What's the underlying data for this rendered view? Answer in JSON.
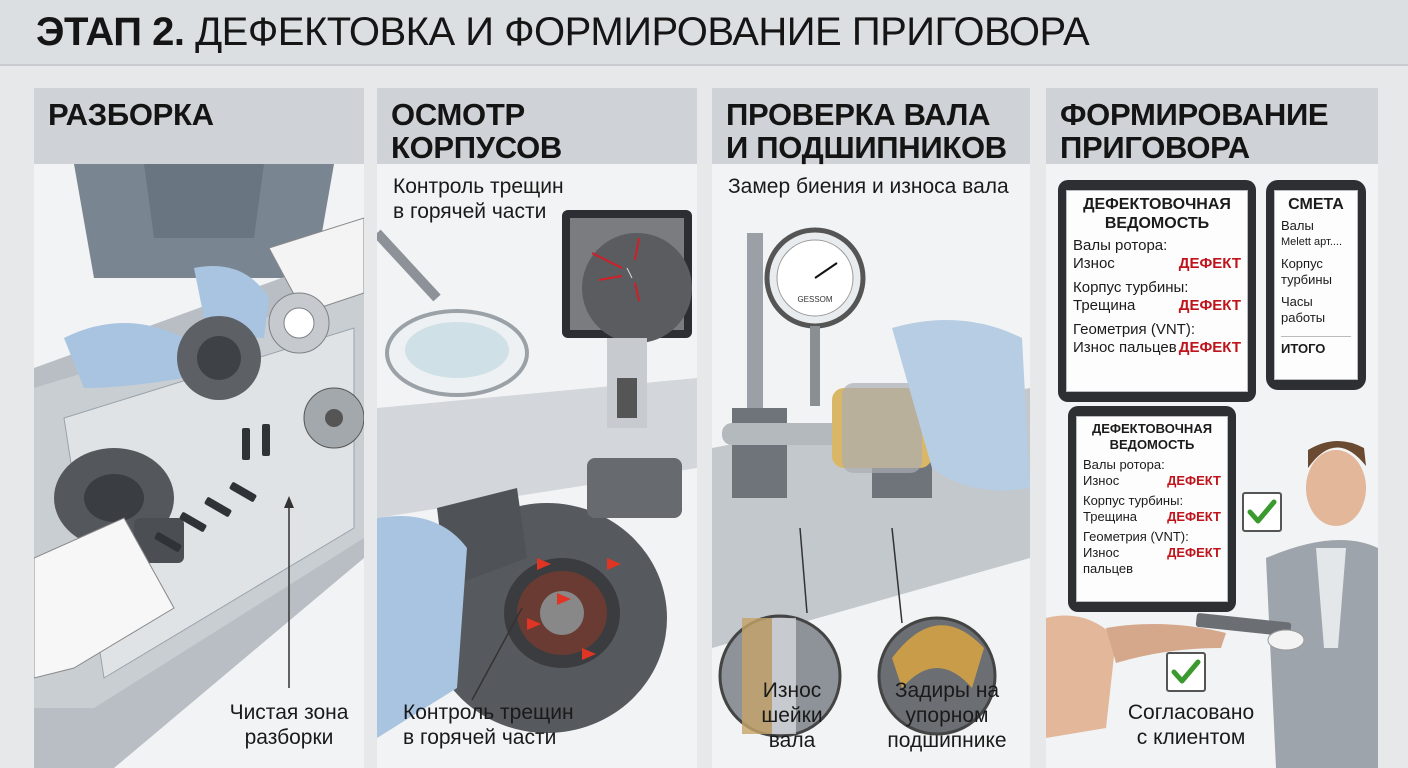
{
  "header": {
    "stage": "ЭТАП 2.",
    "title": "ДЕФЕКТОВКА И ФОРМИРОВАНИЕ ПРИГОВОРА"
  },
  "panel1": {
    "heading": "РАЗБОРКА",
    "caption_line1": "Чистая зона",
    "caption_line2": "разборки"
  },
  "panel2": {
    "heading": "ОСМОТР КОРПУСОВ",
    "top_line1": "Контроль трещин",
    "top_line2": "в горячей части",
    "bottom_line1": "Контроль трещин",
    "bottom_line2": "в горячей части"
  },
  "panel3": {
    "heading_line1": "ПРОВЕРКА ВАЛА",
    "heading_line2": "И ПОДШИПНИКОВ",
    "subtitle": "Замер биения и износа вала",
    "gauge_brand": "GESSOM",
    "left_line1": "Износ",
    "left_line2": "шейки",
    "left_line3": "вала",
    "right_line1": "Задиры на",
    "right_line2": "упорном",
    "right_line3": "подшипнике"
  },
  "panel4": {
    "heading_line1": "ФОРМИРОВАНИЕ",
    "heading_line2": "ПРИГОВОРА",
    "tablet1": {
      "title1": "ДЕФЕКТОВОЧНАЯ",
      "title2": "ВЕДОМОСТЬ",
      "g1": "Валы ротора:",
      "g1v": "Износ",
      "g2": "Корпус турбины:",
      "g2v": "Трещина",
      "g3": "Геометрия (VNT):",
      "g3v": "Износ пальцев",
      "defect": "ДЕФЕКТ"
    },
    "phone": {
      "title": "СМЕТА",
      "l1": "Валы",
      "l2": "Melett арт....",
      "l3": "Корпус",
      "l4": "турбины",
      "l5": "Часы работы",
      "total": "ИТОГО"
    },
    "tablet2": {
      "title1": "ДЕФЕКТОВОЧНАЯ",
      "title2": "ВЕДОМОСТЬ",
      "g1": "Валы ротора:",
      "g1v": "Износ",
      "g2": "Корпус турбины:",
      "g2v": "Трещина",
      "g3": "Геометрия (VNT):",
      "g3v": "Износ пальцев",
      "defect": "ДЕФЕКТ"
    },
    "caption_line1": "Согласовано",
    "caption_line2": "с клиентом"
  },
  "colors": {
    "defect": "#c0141c",
    "check": "#3a9a2e",
    "panel_header": "#cfd3d7"
  }
}
